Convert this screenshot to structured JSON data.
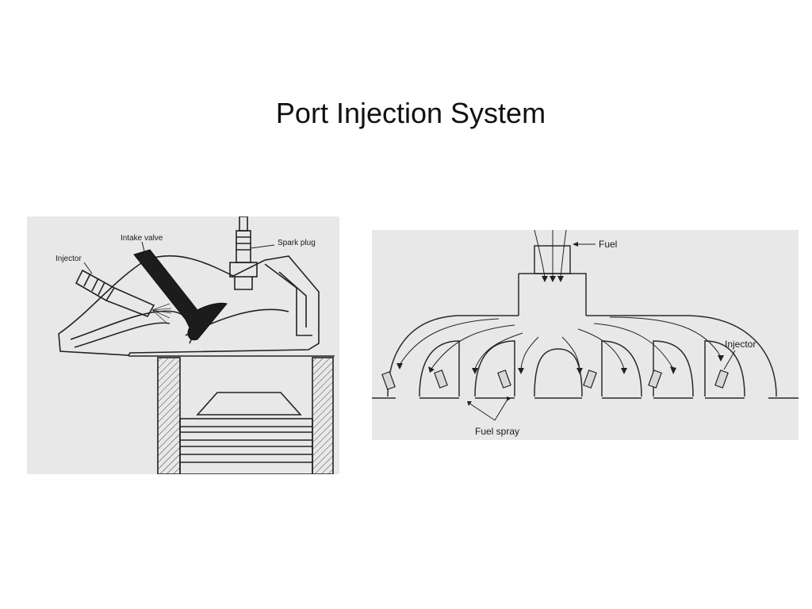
{
  "slide": {
    "title": "Port Injection System"
  },
  "cylinder_diagram": {
    "labels": {
      "injector": "Injector",
      "intake_valve": "Intake valve",
      "spark_plug": "Spark plug"
    }
  },
  "manifold_diagram": {
    "labels": {
      "fuel": "Fuel",
      "injector": "Injector",
      "fuel_spray": "Fuel spray"
    }
  }
}
